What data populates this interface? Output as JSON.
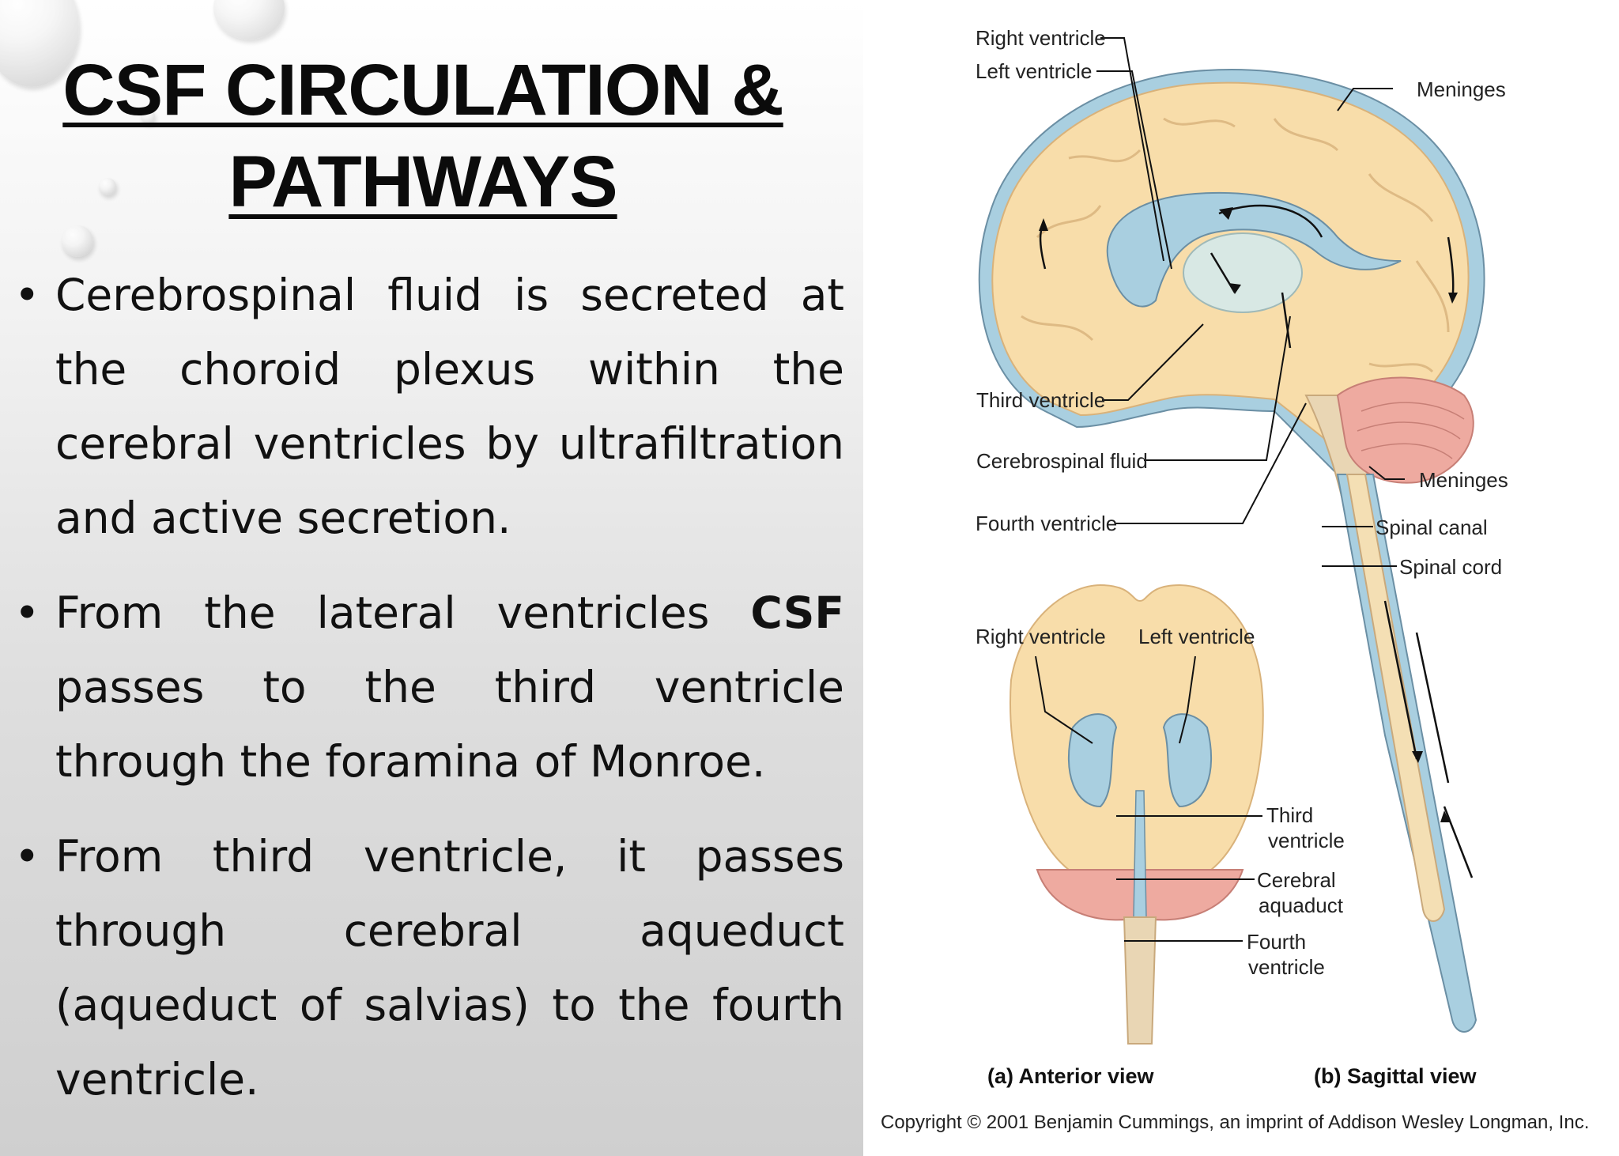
{
  "slide": {
    "title_line1": "CSF CIRCULATION &",
    "title_line2": "PATHWAYS",
    "bullets": [
      {
        "text": "Cerebrospinal fluid is secreted at the choroid plexus within the cerebral ventricles by ultrafiltration and active secretion."
      },
      {
        "before": "From the lateral ventricles ",
        "bold": "CSF",
        "after": " passes to the third ventricle through the foramina of Monroe."
      },
      {
        "text": "From third ventricle, it passes through cerebral aqueduct (aqueduct of salvias) to the fourth ventricle."
      }
    ],
    "bullet_glyph": "•"
  },
  "figure": {
    "labels": {
      "right_ventricle": "Right ventricle",
      "left_ventricle": "Left ventricle",
      "meninges_top": "Meninges",
      "third_ventricle": "Third ventricle",
      "csf": "Cerebrospinal fluid",
      "fourth_ventricle": "Fourth ventricle",
      "meninges_mid": "Meninges",
      "spinal_canal": "Spinal canal",
      "spinal_cord": "Spinal cord",
      "a_right_ventricle": "Right ventricle",
      "a_left_ventricle": "Left ventricle",
      "a_third_1": "Third",
      "a_third_2": "ventricle",
      "a_aqueduct_1": "Cerebral",
      "a_aqueduct_2": "aquaduct",
      "a_fourth_1": "Fourth",
      "a_fourth_2": "ventricle",
      "caption_a": "(a) Anterior view",
      "caption_b": "(b) Sagittal view",
      "copyright": "Copyright © 2001 Benjamin Cummings, an imprint of Addison Wesley Longman, Inc."
    },
    "colors": {
      "brain": "#f8ddaa",
      "csf_blue": "#a9cfe0",
      "cerebellum": "#eeaaa0",
      "outline": "#6b8fa4"
    }
  }
}
